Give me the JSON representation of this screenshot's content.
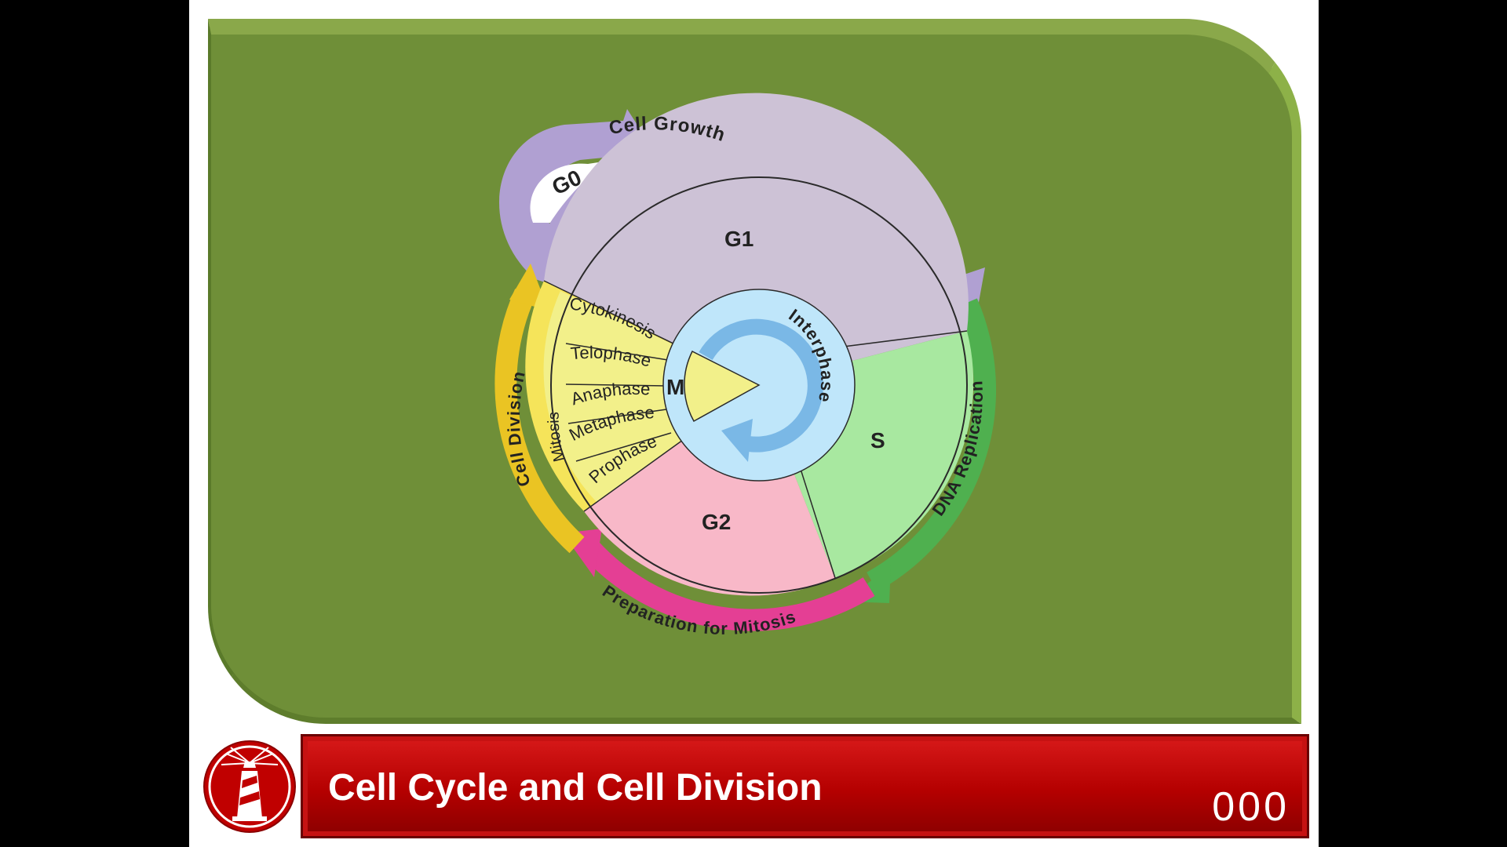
{
  "diagram": {
    "labels": {
      "g0": "G0",
      "cell_growth": "Cell Growth",
      "g1": "G1",
      "dna_replication": "DNA Replication",
      "s": "S",
      "g2": "G2",
      "preparation": "Preparation for Mitosis",
      "cell_division": "Cell Division",
      "mitosis": "Mitosis",
      "m": "M",
      "interphase": "Interphase",
      "cytokinesis": "Cytokinesis",
      "telophase": "Telophase",
      "anaphase": "Anaphase",
      "metaphase": "Metaphase",
      "prophase": "Prophase"
    },
    "colors": {
      "g1": "#cdc2d6",
      "s": "#a8e8a0",
      "g2": "#f8b8c8",
      "m": "#f2f08a",
      "mitosis_band": "#f5e45a",
      "interphase_ring": "#bfe6fa",
      "interphase_arrow": "#7ab8e6",
      "growth_arrow": "#b0a0d2",
      "replication_arrow": "#4fb04f",
      "preparation_arrow": "#e43f94",
      "division_arrow": "#eac423"
    }
  },
  "footer": {
    "title": "Cell Cycle and Cell Division",
    "page": "000"
  }
}
